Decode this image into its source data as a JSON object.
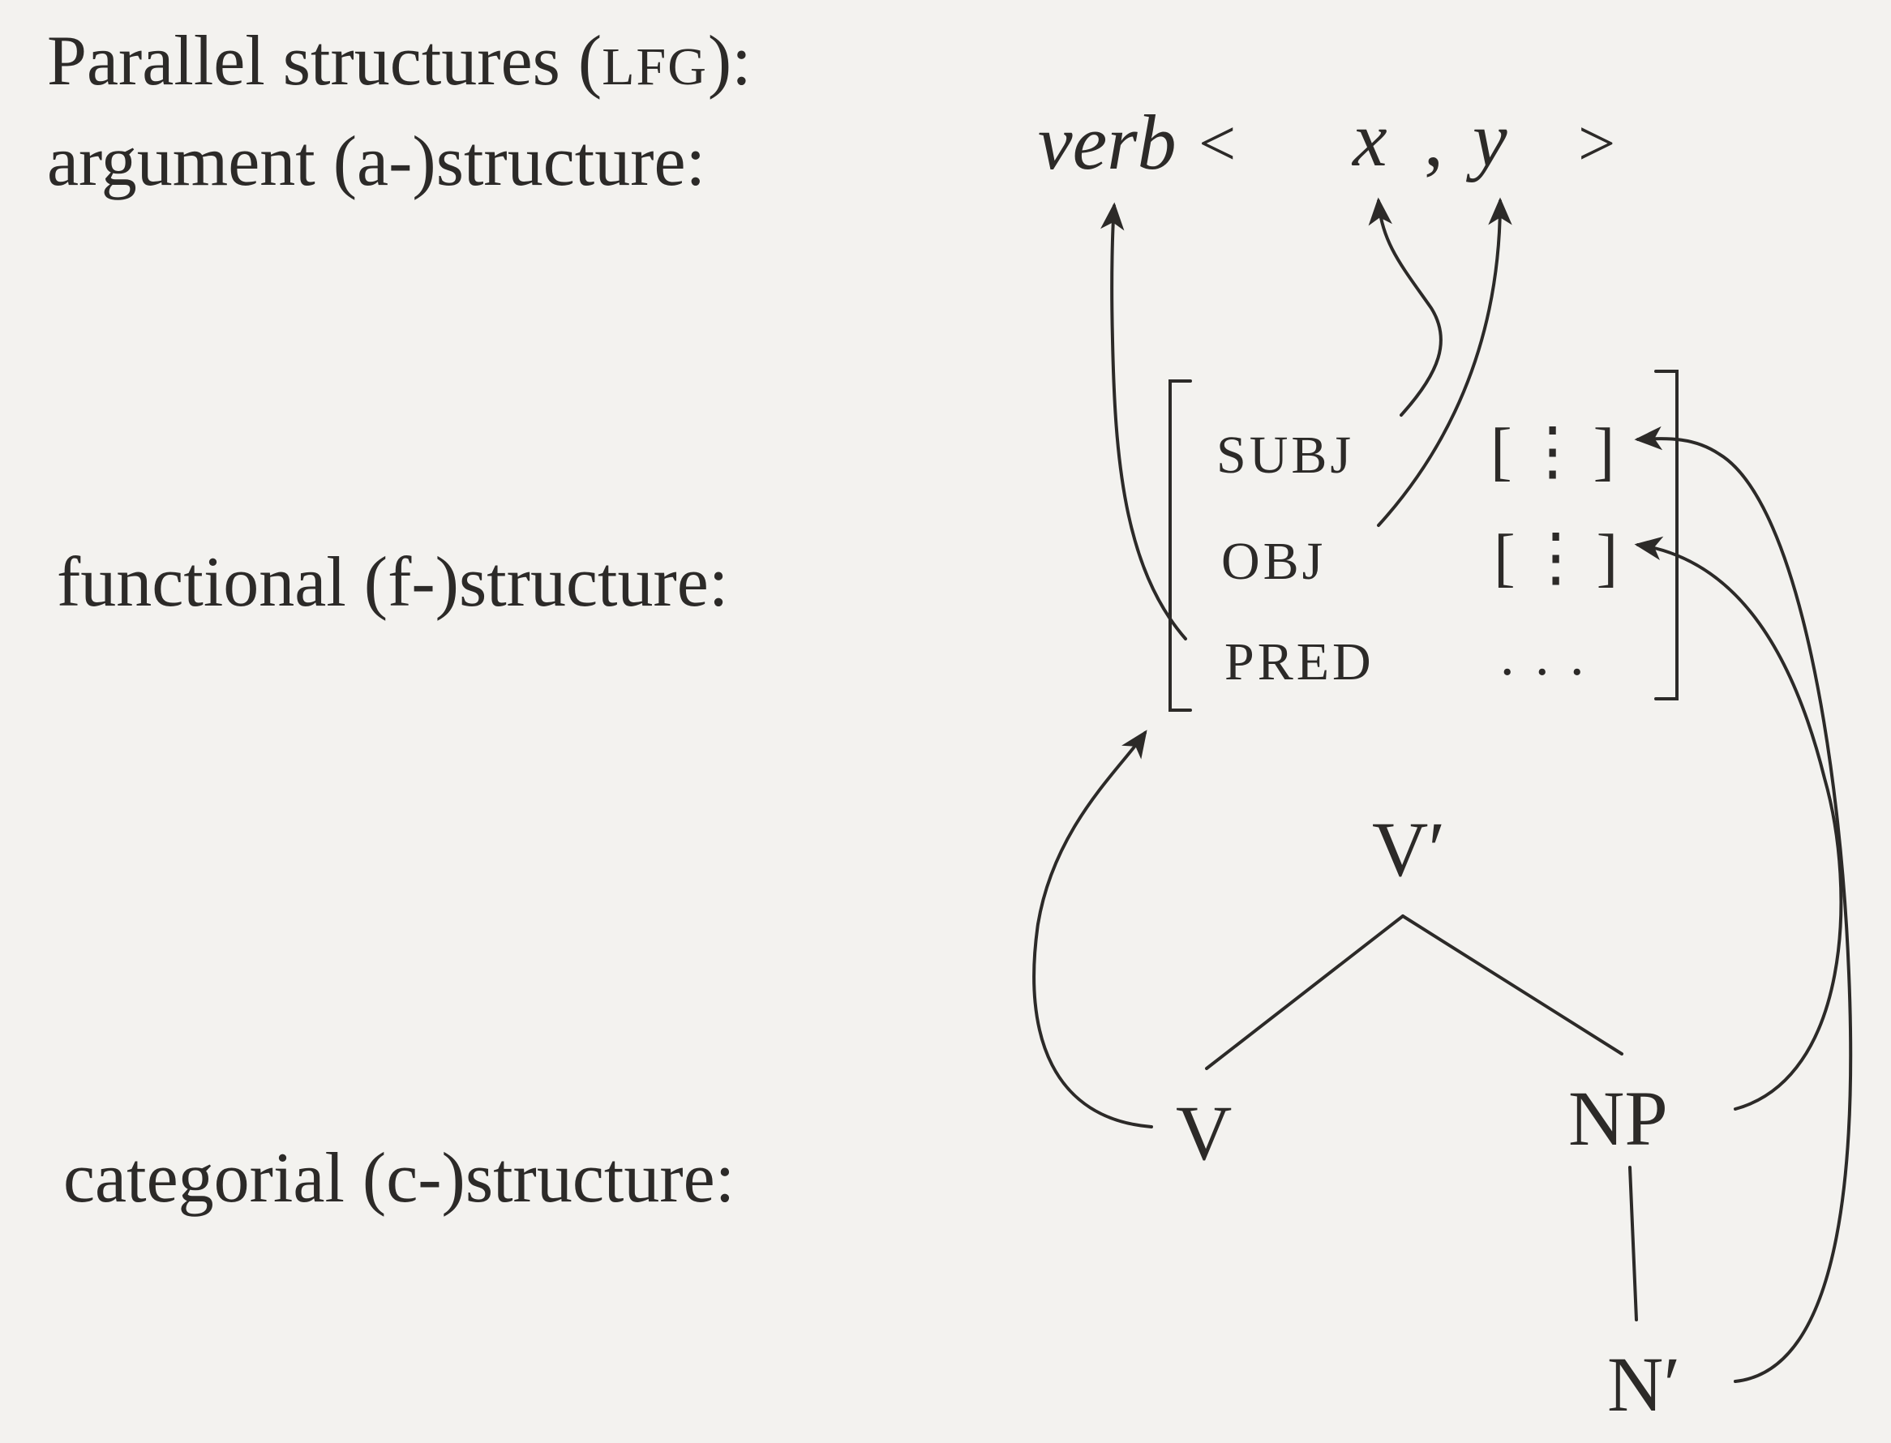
{
  "heading": {
    "text": "Parallel structures (",
    "abbr": "LFG",
    "close": "):"
  },
  "levels": {
    "a_structure": "argument (a-)structure:",
    "f_structure": "functional (f-)structure:",
    "c_structure": "categorial (c-)structure:"
  },
  "a_structure": {
    "predicate": "verb",
    "open": "<",
    "arg1": "x",
    "comma": ",",
    "arg2": "y",
    "close": ">"
  },
  "f_structure": {
    "rows": [
      {
        "attribute": "SUBJ",
        "value": "[⋮]"
      },
      {
        "attribute": "OBJ",
        "value": "[⋮]"
      },
      {
        "attribute": "PRED",
        "value": ". . ."
      }
    ]
  },
  "c_structure": {
    "root": "V′",
    "left_child": "V",
    "right_child": "NP",
    "grandchild": "N′"
  }
}
